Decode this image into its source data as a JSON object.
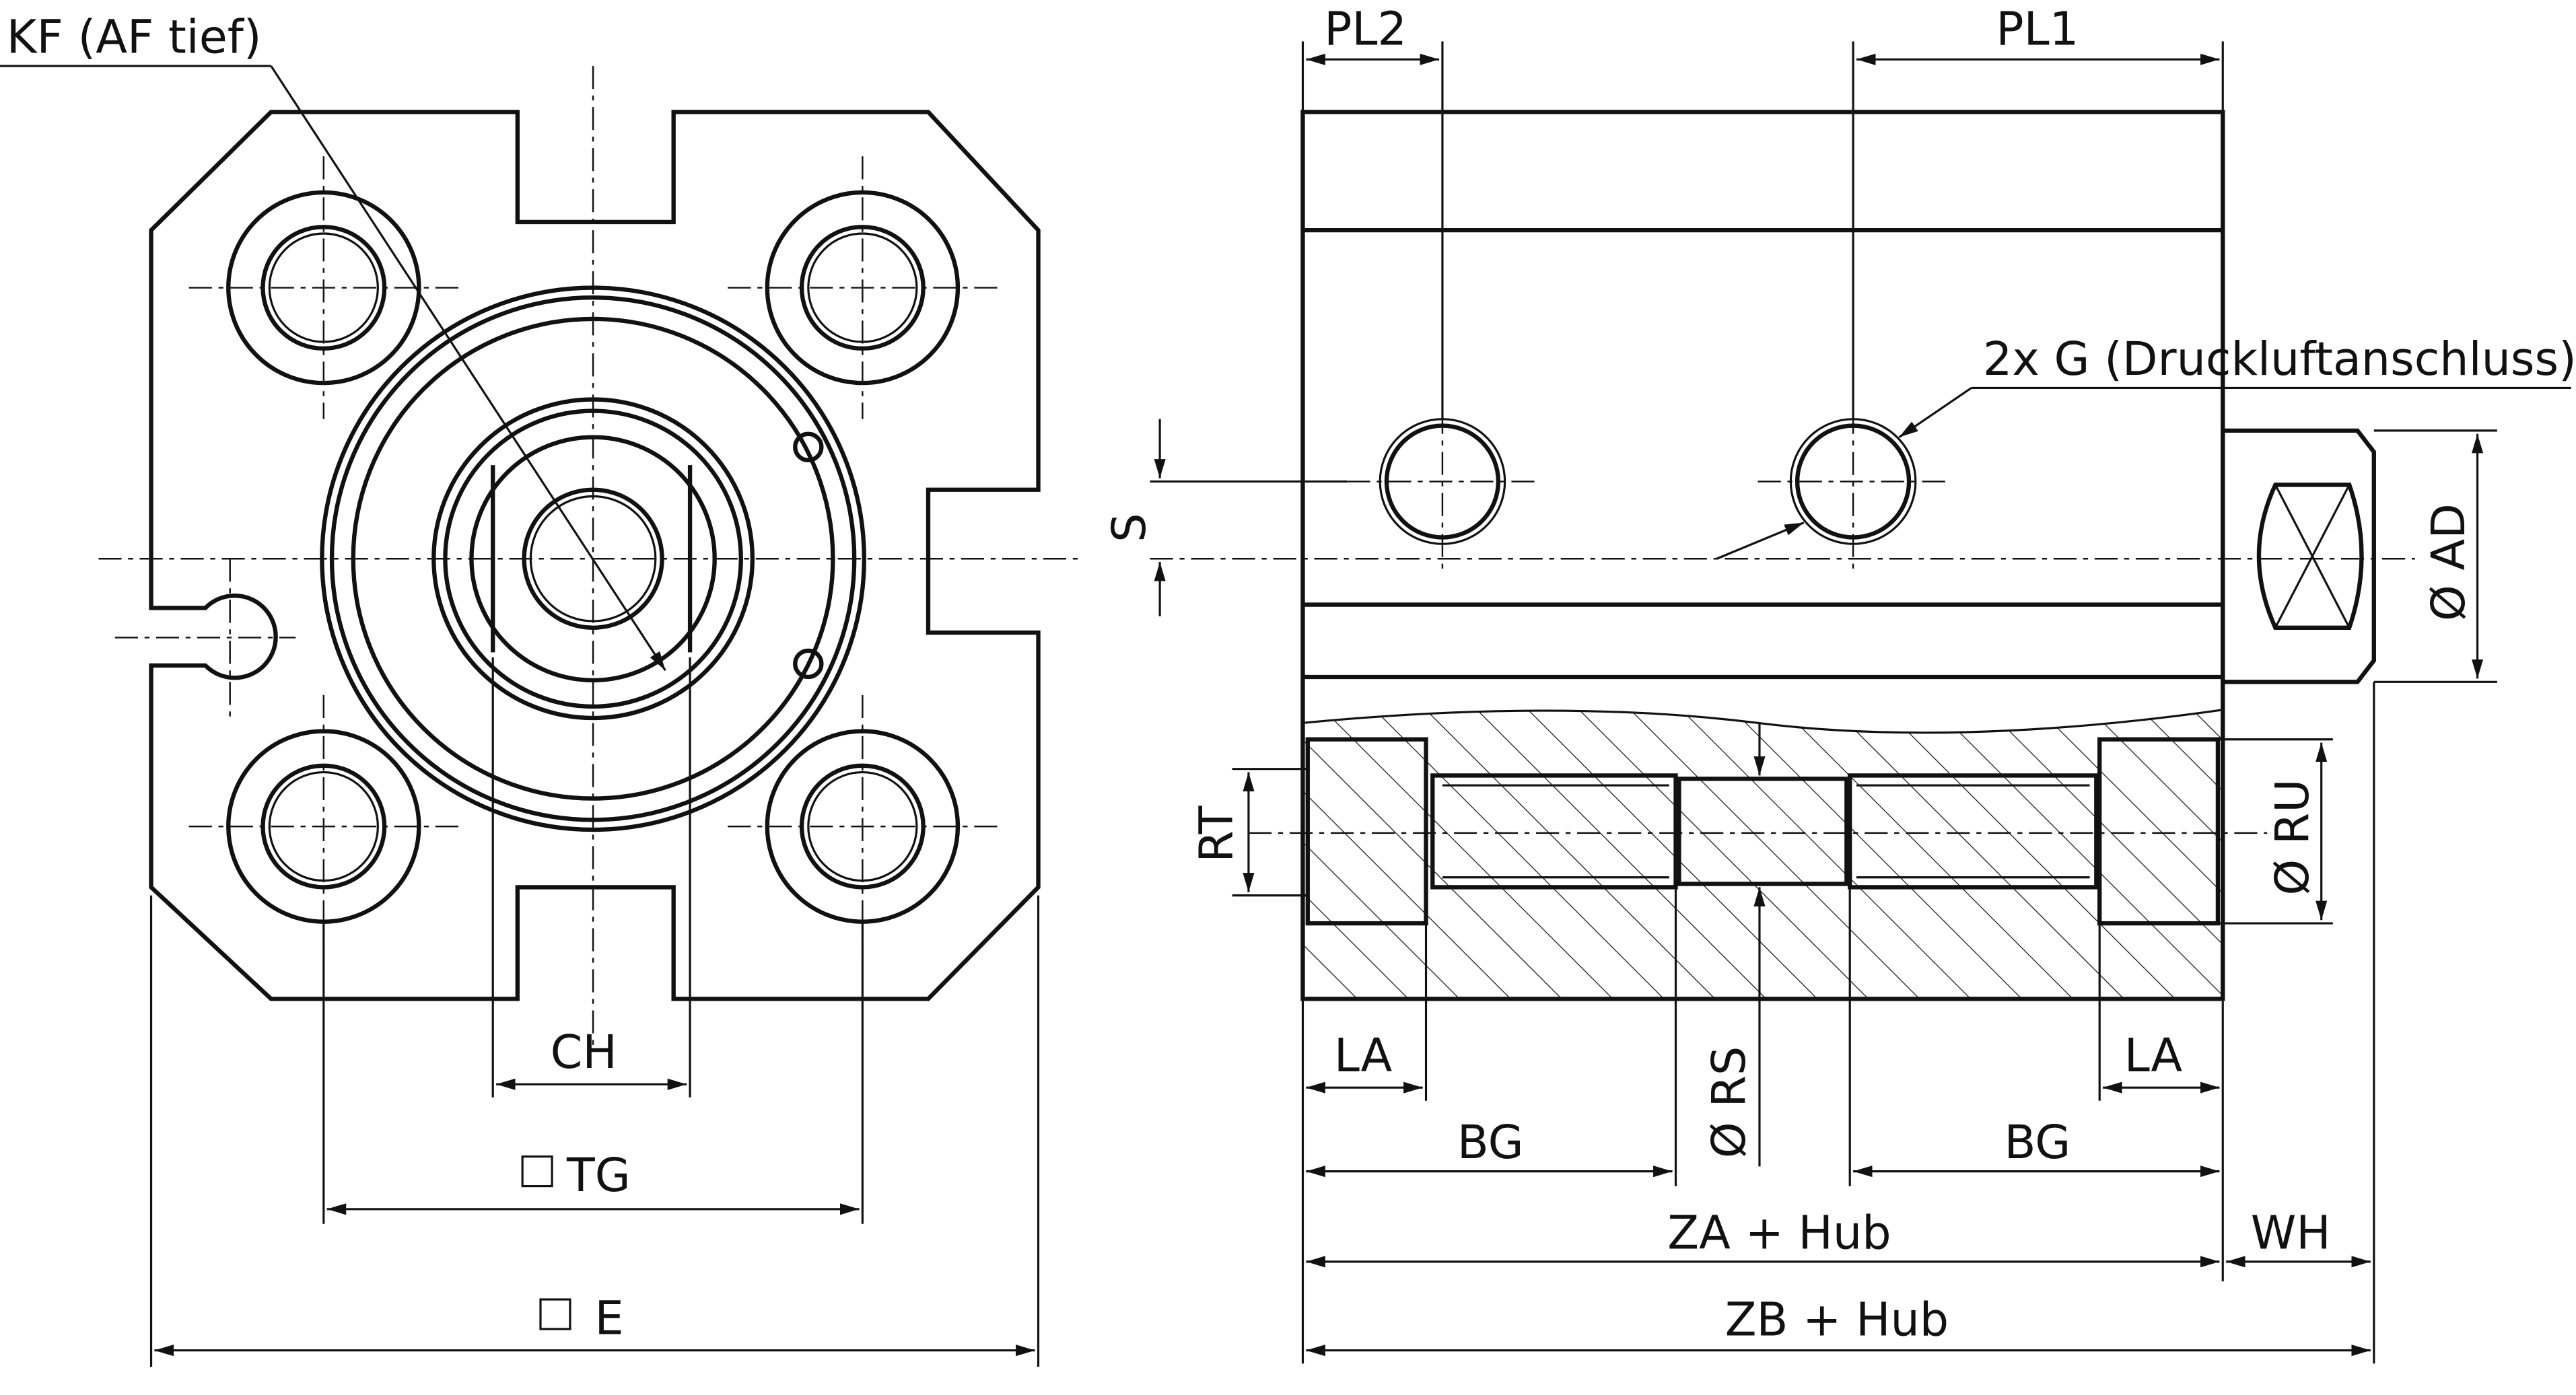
{
  "front_view": {
    "kf_label": "KF (AF tief)",
    "ch_label": "CH",
    "tg_label": "TG",
    "e_label": "E"
  },
  "side_view": {
    "pl2_label": "PL2",
    "pl1_label": "PL1",
    "port_label": "2x G (Druckluftanschluss)",
    "s_label": "S",
    "ad_label": "Ø AD",
    "rt_label": "RT",
    "ru_label": "Ø RU",
    "la_left_label": "LA",
    "la_right_label": "LA",
    "bg_left_label": "BG",
    "bg_right_label": "BG",
    "rs_label": "Ø RS",
    "za_label": "ZA + Hub",
    "wh_label": "WH",
    "zb_label": "ZB + Hub"
  }
}
